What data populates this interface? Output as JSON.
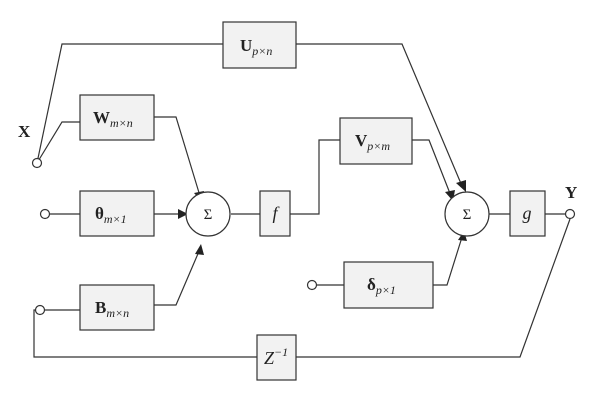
{
  "inputs": {
    "x": "X",
    "y": "Y"
  },
  "blocks": {
    "u": {
      "main": "U",
      "sub": "p×n"
    },
    "w": {
      "main": "W",
      "sub": "m×n"
    },
    "theta": {
      "main": "θ",
      "sub": "m×1"
    },
    "b": {
      "main": "B",
      "sub": "m×n"
    },
    "v": {
      "main": "V",
      "sub": "p×m"
    },
    "delta": {
      "main": "δ",
      "sub": "p×1"
    },
    "f": {
      "label": "f"
    },
    "g": {
      "label": "g"
    },
    "z": {
      "main": "Z",
      "sup": "−1"
    }
  },
  "sum_symbol": "Σ"
}
